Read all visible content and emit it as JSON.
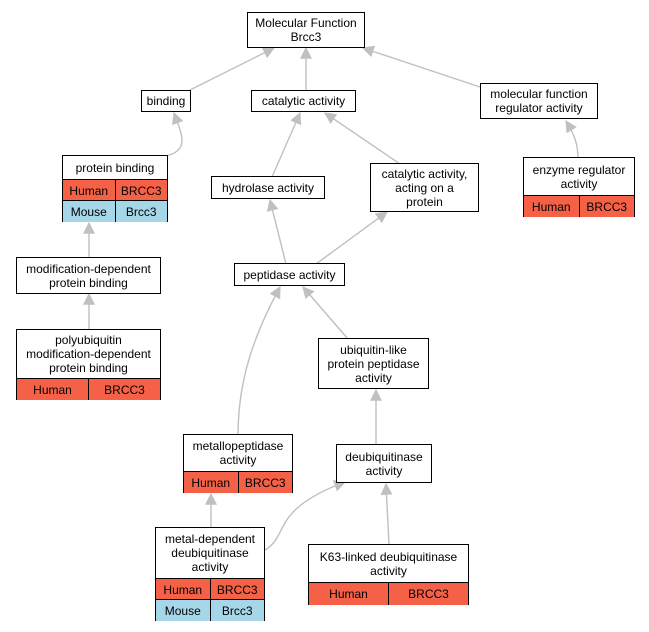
{
  "colors": {
    "human": "#f46146",
    "mouse": "#a6d7e8",
    "edge": "#c0c0c0",
    "border": "#000000"
  },
  "nodes": {
    "root": {
      "label": "Molecular Function\nBrcc3"
    },
    "binding": {
      "label": "binding"
    },
    "catalytic": {
      "label": "catalytic activity"
    },
    "mfreg": {
      "label": "molecular function\nregulator activity"
    },
    "protbind": {
      "label": "protein binding",
      "rows": [
        [
          "Human",
          "BRCC3"
        ],
        [
          "Mouse",
          "Brcc3"
        ]
      ]
    },
    "hydrolase": {
      "label": "hydrolase activity"
    },
    "catprot": {
      "label": "catalytic activity,\nacting on a\nprotein"
    },
    "enzreg": {
      "label": "enzyme regulator\nactivity",
      "rows": [
        [
          "Human",
          "BRCC3"
        ]
      ]
    },
    "moddep": {
      "label": "modification-dependent\nprotein binding"
    },
    "peptidase": {
      "label": "peptidase activity"
    },
    "polyub": {
      "label": "polyubiquitin\nmodification-dependent\nprotein binding",
      "rows": [
        [
          "Human",
          "BRCC3"
        ]
      ]
    },
    "ublpep": {
      "label": "ubiquitin-like\nprotein peptidase\nactivity"
    },
    "metallo": {
      "label": "metallopeptidase\nactivity",
      "rows": [
        [
          "Human",
          "BRCC3"
        ]
      ]
    },
    "deubiq": {
      "label": "deubiquitinase\nactivity"
    },
    "metaldeub": {
      "label": "metal-dependent\ndeubiquitinase\nactivity",
      "rows": [
        [
          "Human",
          "BRCC3"
        ],
        [
          "Mouse",
          "Brcc3"
        ]
      ]
    },
    "k63": {
      "label": "K63-linked deubiquitinase\nactivity",
      "rows": [
        [
          "Human",
          "BRCC3"
        ]
      ]
    }
  }
}
